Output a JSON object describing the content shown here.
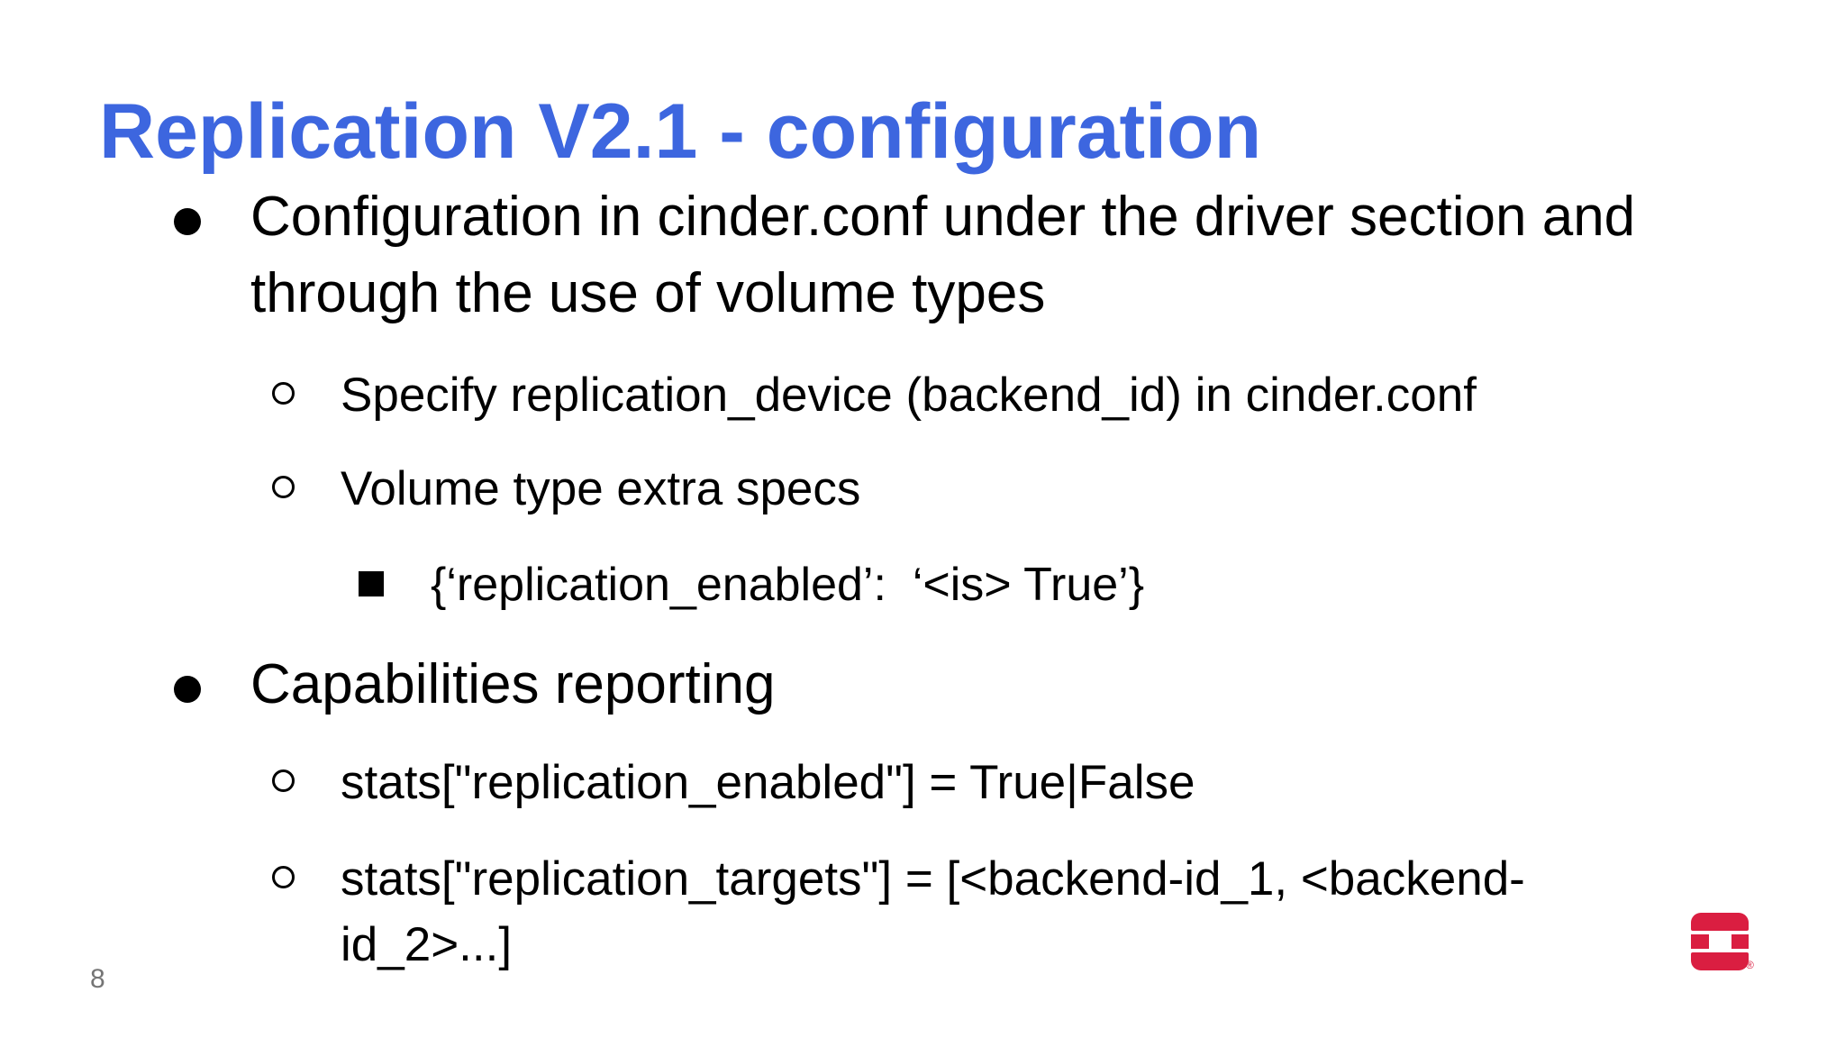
{
  "slide": {
    "title": "Replication V2.1 - configuration",
    "bullets": [
      {
        "level": 1,
        "text": "Configuration in cinder.conf under the driver section and through the use of volume types"
      },
      {
        "level": 2,
        "text": "Specify replication_device (backend_id) in cinder.conf"
      },
      {
        "level": 2,
        "text": "Volume type extra specs"
      },
      {
        "level": 3,
        "text": "{‘replication_enabled’:  ‘<is> True’}"
      },
      {
        "level": 1,
        "text": "Capabilities reporting"
      },
      {
        "level": 2,
        "text": "stats[\"replication_enabled\"] = True|False"
      },
      {
        "level": 2,
        "text": "stats[\"replication_targets\"] = [<backend-id_1, <backend-id_2>...]"
      }
    ],
    "page_number": "8",
    "logo": {
      "name": "openstack-logo",
      "registered_mark": "®",
      "color": "#DA1E41"
    },
    "colors": {
      "title": "#3D66DF",
      "body_text": "#000000",
      "page_number": "#757575"
    }
  }
}
